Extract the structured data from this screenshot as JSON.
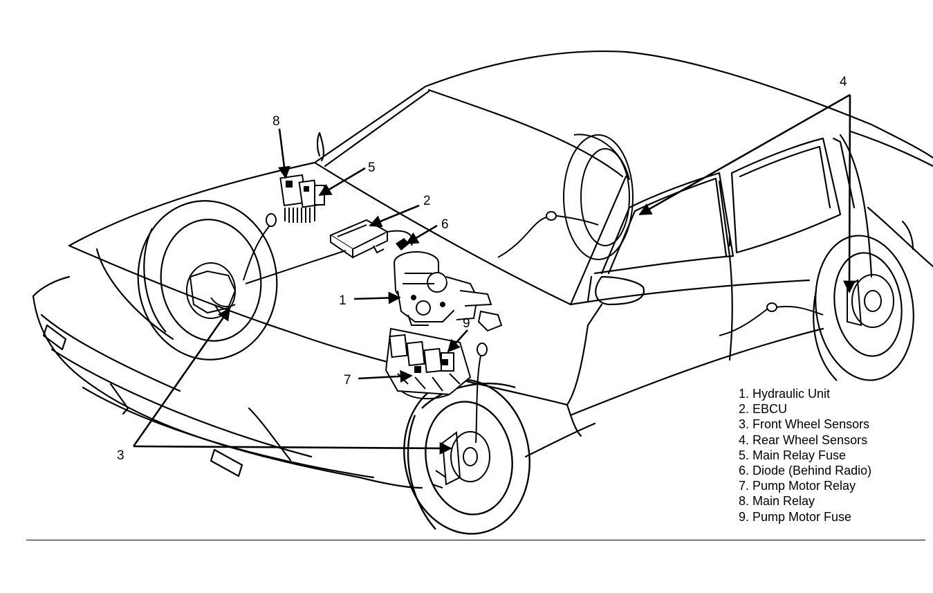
{
  "callouts": {
    "c1": "1",
    "c2": "2",
    "c3": "3",
    "c4": "4",
    "c5": "5",
    "c6": "6",
    "c7": "7",
    "c8": "8",
    "c9": "9"
  },
  "legend": [
    "1. Hydraulic Unit",
    "2. EBCU",
    "3. Front Wheel Sensors",
    "4. Rear Wheel Sensors",
    "5. Main Relay Fuse",
    "6. Diode (Behind Radio)",
    "7. Pump Motor Relay",
    "8. Main Relay",
    "9. Pump Motor Fuse"
  ]
}
